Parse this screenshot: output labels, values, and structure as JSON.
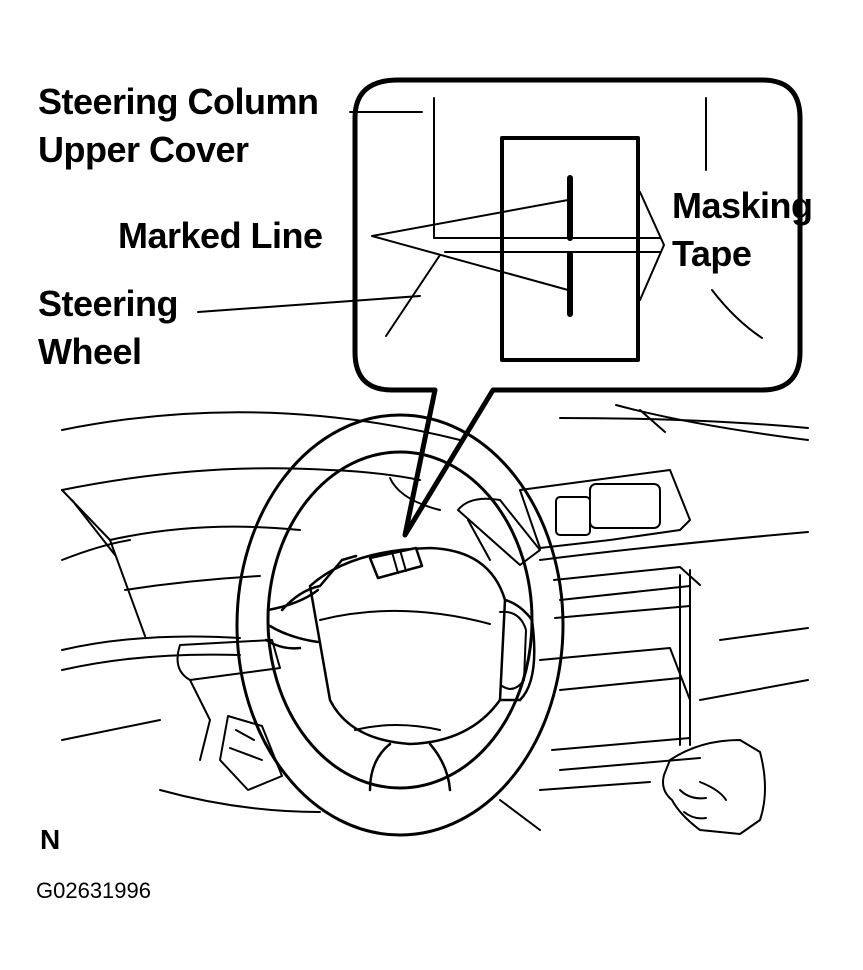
{
  "diagram": {
    "labels": {
      "steering_column_upper_cover_line1": "Steering Column",
      "steering_column_upper_cover_line2": "Upper Cover",
      "marked_line": "Marked Line",
      "steering_wheel_line1": "Steering",
      "steering_wheel_line2": "Wheel",
      "masking_tape_line1": "Masking",
      "masking_tape_line2": "Tape"
    },
    "corner_mark": "N",
    "figure_code": "G02631996"
  }
}
